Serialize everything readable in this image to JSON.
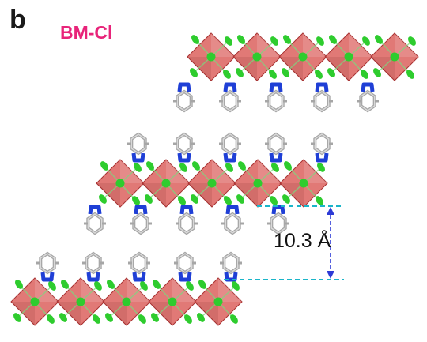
{
  "figure": {
    "panel_label": "b",
    "compound_label": "BM-Cl",
    "distance_label": "10.3 Å"
  },
  "colors": {
    "compound_label": "#e8247a",
    "octahedron_fill": "#d9534f",
    "octahedron_edge": "#a83232",
    "halide_atom": "#2ecc2e",
    "carbon_atom": "#a6a6a6",
    "nitrogen_atom": "#1f3fd6",
    "dimension_line": "#1bb5c9",
    "dimension_arrow": "#2d3ad6"
  },
  "icons": {
    "octahedron": "metal-halide-octahedron-shape",
    "organic_cation": "benzimidazolium-ring-shape",
    "dimension": "interlayer-distance-arrow"
  }
}
